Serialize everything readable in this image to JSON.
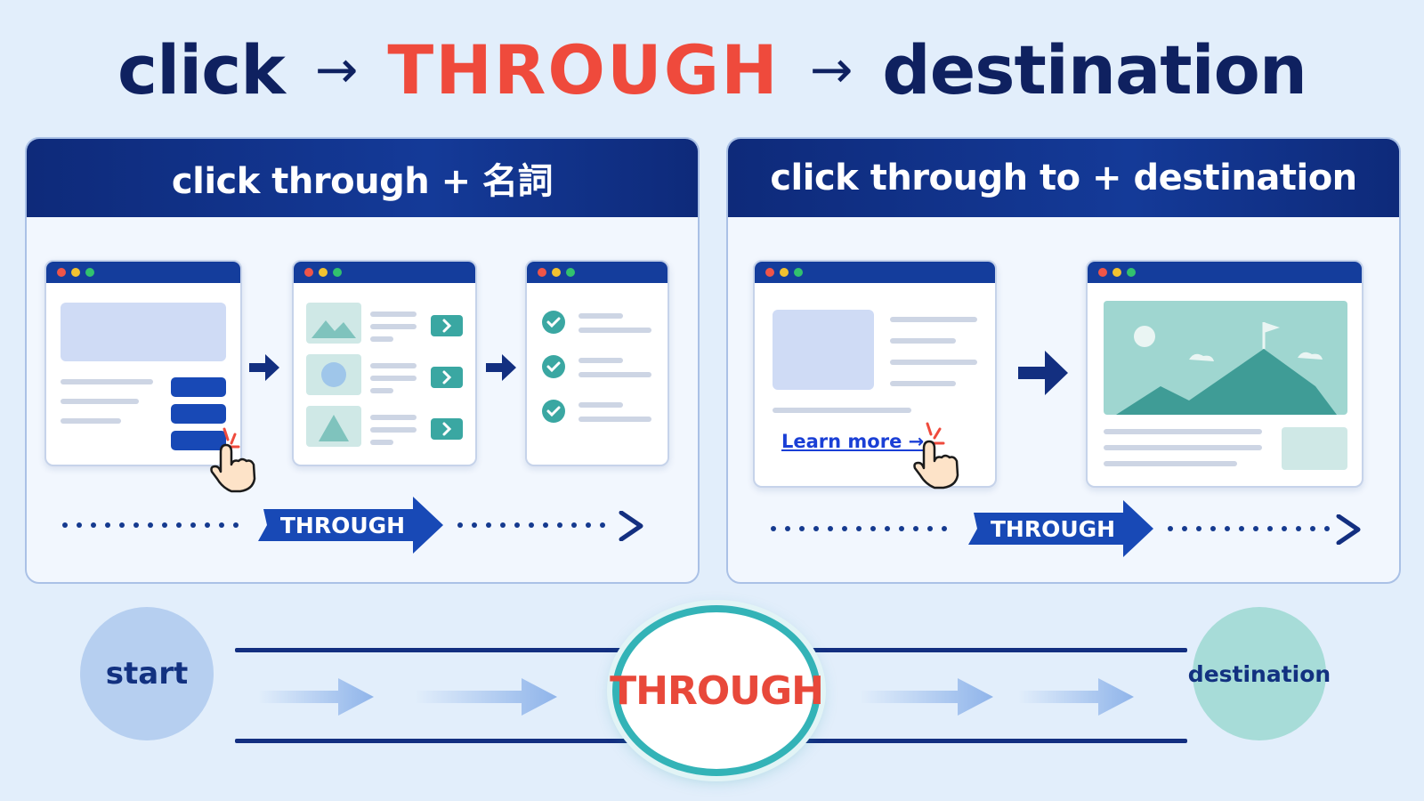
{
  "headline": {
    "word1": "click",
    "arrow1": "→",
    "keyword": "THROUGH",
    "arrow2": "→",
    "word3": "destination"
  },
  "panel_left": {
    "title": "click through + 名詞",
    "flow_label": "THROUGH"
  },
  "panel_right": {
    "title": "click through to + destination",
    "link_text": "Learn more →",
    "flow_label": "THROUGH"
  },
  "bottom": {
    "start": "start",
    "middle": "THROUGH",
    "end": "destination"
  },
  "colors": {
    "navy": "#0f2160",
    "accent_red": "#ef4a3c",
    "header_blue": "#143a98",
    "teal": "#33b3b7",
    "link_blue": "#1a3fd6"
  }
}
